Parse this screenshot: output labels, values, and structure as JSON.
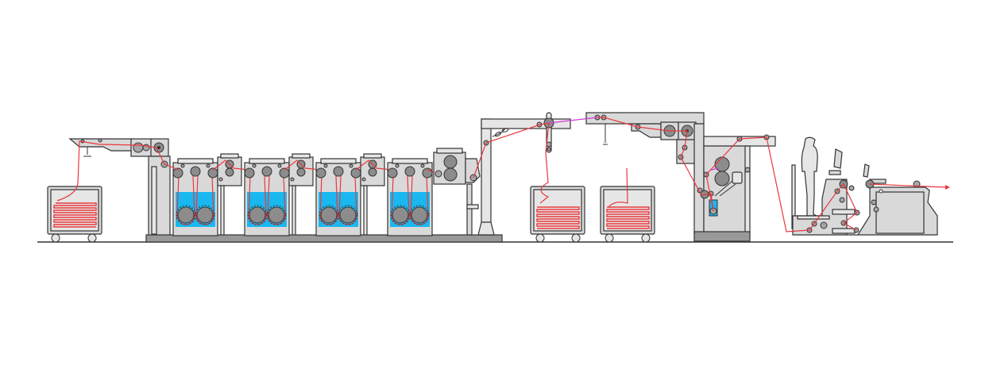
{
  "diagram": {
    "type": "textile-processing-line",
    "components": [
      {
        "id": "infeed-cart",
        "icon": "fabric-cart-icon"
      },
      {
        "id": "infeed-unit",
        "icon": "roller-feed-icon"
      },
      {
        "id": "wash-compartment-1",
        "icon": "wash-tank-icon"
      },
      {
        "id": "squeeze-unit-1",
        "icon": "nip-roll-icon"
      },
      {
        "id": "wash-compartment-2",
        "icon": "wash-tank-icon"
      },
      {
        "id": "squeeze-unit-2",
        "icon": "nip-roll-icon"
      },
      {
        "id": "wash-compartment-3",
        "icon": "wash-tank-icon"
      },
      {
        "id": "squeeze-unit-3",
        "icon": "nip-roll-icon"
      },
      {
        "id": "wash-compartment-4",
        "icon": "wash-tank-icon"
      },
      {
        "id": "final-squeeze-unit",
        "icon": "nip-roll-icon"
      },
      {
        "id": "plaiter-gantry",
        "icon": "plaiter-icon"
      },
      {
        "id": "intermediate-cart-1",
        "icon": "fabric-cart-icon"
      },
      {
        "id": "intermediate-cart-2",
        "icon": "fabric-cart-icon"
      },
      {
        "id": "overhead-feed-unit",
        "icon": "roller-feed-icon"
      },
      {
        "id": "padder-unit",
        "icon": "padder-icon"
      },
      {
        "id": "operator",
        "icon": "person-icon"
      },
      {
        "id": "inspection-exit-unit",
        "icon": "control-console-icon"
      }
    ],
    "counts": {
      "wash_compartments": 4,
      "fabric_carts": 3
    }
  },
  "colors": {
    "background": "#ffffff",
    "machine_body": "#d9d9d9",
    "machine_light": "#e6e6e6",
    "machine_base": "#999999",
    "outline": "#333333",
    "roller": "#8c8c8c",
    "fabric_path": "#e8383d",
    "fabric_path_alt": "#d23bd6",
    "wash_liquor": "#19b8f0"
  }
}
